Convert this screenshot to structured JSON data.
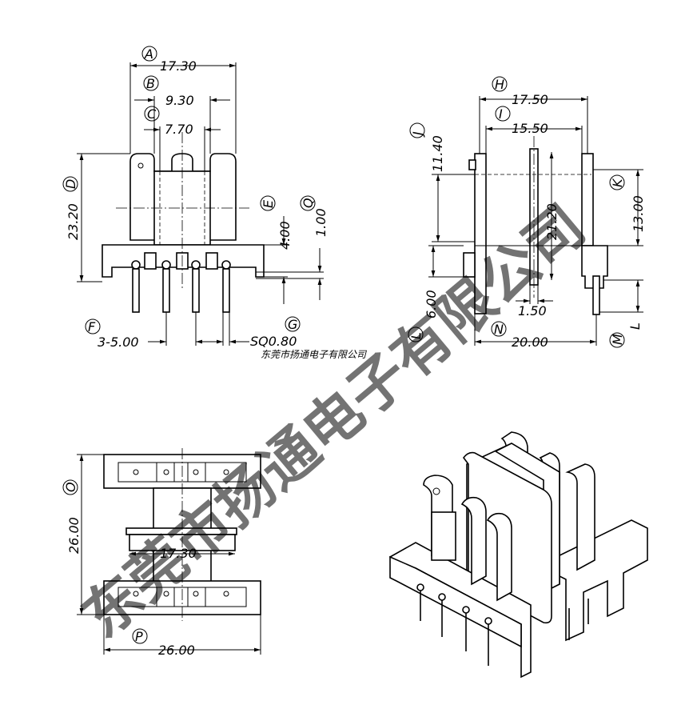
{
  "watermark": {
    "large": "东莞市扬通电子有限公司",
    "small": "东莞市扬通电子有限公司",
    "color": "#c8c8c8"
  },
  "front_view": {
    "labels": {
      "A": "A",
      "B": "B",
      "C": "C",
      "D": "D",
      "E": "E",
      "Q": "Q",
      "F": "F",
      "G": "G"
    },
    "dims": {
      "A": "17.30",
      "B": "9.30",
      "C": "7.70",
      "D": "23.20",
      "E": "4.00",
      "Q": "1.00",
      "F": "3-5.00",
      "G": "SQ0.80"
    }
  },
  "side_view": {
    "labels": {
      "H": "H",
      "I": "I",
      "J": "J",
      "K": "K",
      "L": "L",
      "M": "M",
      "N": "N",
      "L_small": "L"
    },
    "dims": {
      "H": "17.50",
      "I": "15.50",
      "J": "11.40",
      "inner": "21.20",
      "K": "13.00",
      "L": "6.00",
      "flange": "1.50",
      "N": "20.00"
    }
  },
  "bottom_view": {
    "labels": {
      "O": "O",
      "P": "P"
    },
    "dims": {
      "O": "26.00",
      "P": "26.00",
      "center": "17.30"
    }
  }
}
